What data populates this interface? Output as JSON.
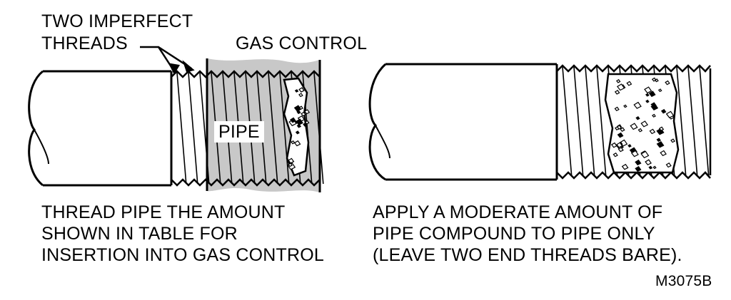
{
  "labels": {
    "imperfect_line1": "TWO IMPERFECT",
    "imperfect_line2": "THREADS",
    "gas_control": "GAS CONTROL",
    "pipe": "PIPE",
    "figure_code": "M3075B"
  },
  "captions": {
    "left": [
      "THREAD PIPE THE AMOUNT",
      "SHOWN IN TABLE FOR",
      "INSERTION INTO GAS CONTROL"
    ],
    "right": [
      "APPLY A MODERATE AMOUNT OF",
      "PIPE COMPOUND TO PIPE ONLY",
      "(LEAVE TWO END THREADS BARE)."
    ]
  },
  "colors": {
    "ink": "#000000",
    "gas_control_fill": "#c8c8c8",
    "background": "#ffffff"
  }
}
